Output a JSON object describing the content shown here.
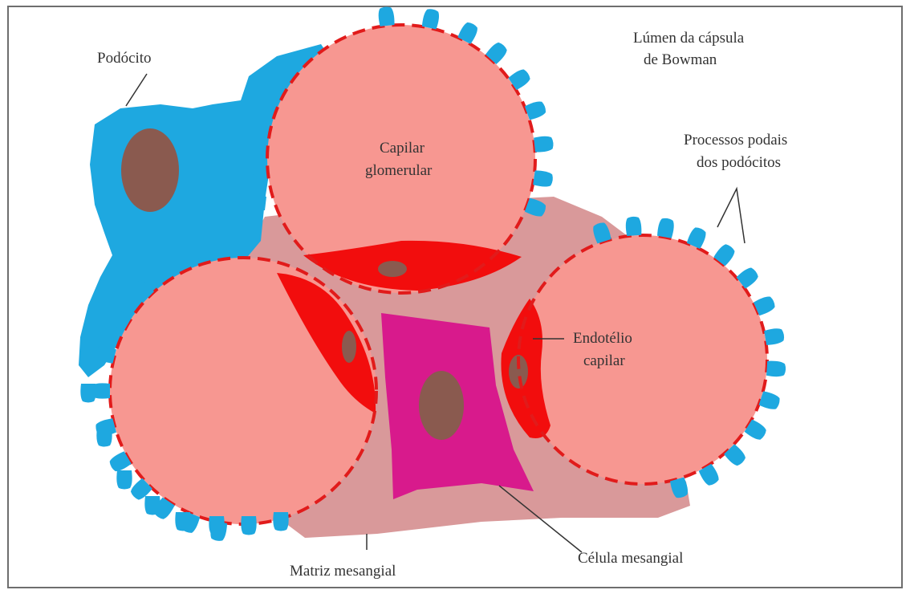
{
  "labels": {
    "podocito": "Podócito",
    "lumen_line1": "Lúmen da cápsula",
    "lumen_line2": "de Bowman",
    "capilar_line1": "Capilar",
    "capilar_line2": "glomerular",
    "processos_line1": "Processos podais",
    "processos_line2": "dos podócitos",
    "endotelio_line1": "Endotélio",
    "endotelio_line2": "capilar",
    "matriz": "Matriz mesangial",
    "celula": "Célula mesangial"
  },
  "colors": {
    "podocyte": "#1ea8e0",
    "capillary": "#f79791",
    "capillary_border": "#e11b1b",
    "endothelium": "#f20d0d",
    "nucleus": "#8a5a4f",
    "matrix": "#d9999a",
    "mesangial_cell": "#d81a8c",
    "frame": "#6e6e6e",
    "text": "#333333"
  }
}
